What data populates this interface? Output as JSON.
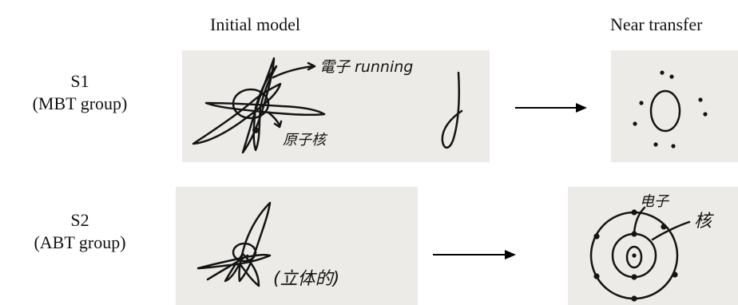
{
  "columns": {
    "initial": "Initial model",
    "near": "Near transfer"
  },
  "rows": [
    {
      "student": "S1",
      "group": "(MBT group)"
    },
    {
      "student": "S2",
      "group": "(ABT group)"
    }
  ],
  "sketch_annotations": {
    "s1_initial_top": "電子 running",
    "s1_initial_bottom": "原子核",
    "s2_initial_side": "(立体的)",
    "s2_near_top": "电子",
    "s2_near_right": "核"
  }
}
